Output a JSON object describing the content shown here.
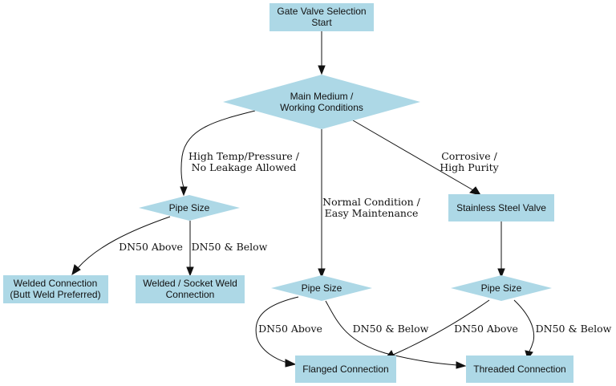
{
  "colors": {
    "node_fill": "#add8e6",
    "stroke": "#111111",
    "background": "#ffffff"
  },
  "nodes": {
    "start": {
      "line1": "Gate Valve Selection",
      "line2": "Start"
    },
    "main_medium": {
      "line1": "Main Medium /",
      "line2": "Working Conditions"
    },
    "pipe_size_left": {
      "label": "Pipe Size"
    },
    "stainless": {
      "label": "Stainless Steel Valve"
    },
    "welded_butt": {
      "line1": "Welded Connection",
      "line2": "(Butt Weld Preferred)"
    },
    "welded_socket": {
      "line1": "Welded / Socket Weld",
      "line2": "Connection"
    },
    "pipe_size_mid": {
      "label": "Pipe Size"
    },
    "pipe_size_right": {
      "label": "Pipe Size"
    },
    "flanged": {
      "label": "Flanged Connection"
    },
    "threaded": {
      "label": "Threaded Connection"
    }
  },
  "edges": {
    "high_temp": {
      "line1": "High Temp/Pressure /",
      "line2": "No Leakage Allowed"
    },
    "normal": {
      "line1": "Normal Condition /",
      "line2": "Easy Maintenance"
    },
    "corrosive": {
      "line1": "Corrosive /",
      "line2": "High Purity"
    },
    "left_above": "DN50 Above",
    "left_below": "DN50 & Below",
    "mid_above": "DN50 Above",
    "mid_below": "DN50 & Below",
    "right_above": "DN50 Above",
    "right_below": "DN50 & Below"
  }
}
